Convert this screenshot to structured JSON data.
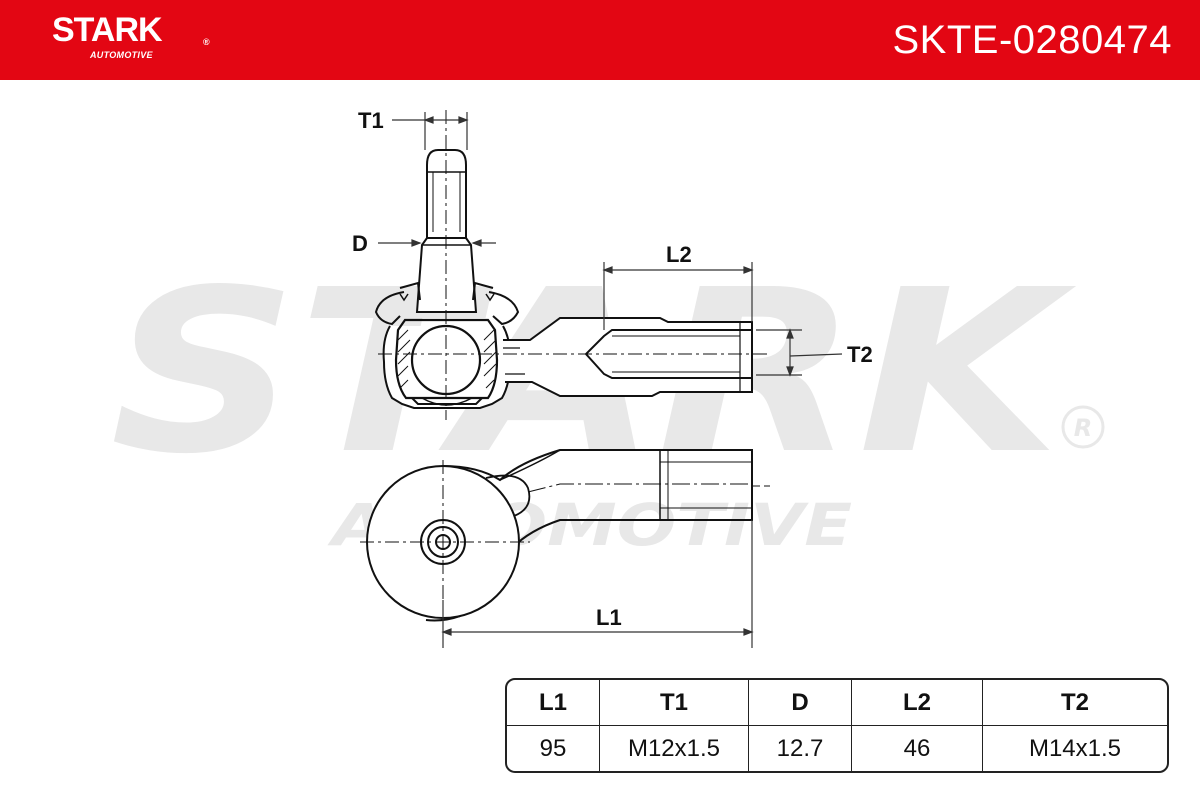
{
  "brand": {
    "name": "STARK",
    "registered": "®",
    "tagline": "AUTOMOTIVE"
  },
  "part_number": "SKTE-0280474",
  "watermark": {
    "word": "STARK",
    "tagline": "AUTOMOTIVE",
    "registered": "®"
  },
  "dimension_labels": {
    "t1": "T1",
    "d": "D",
    "l2": "L2",
    "t2": "T2",
    "l1": "L1"
  },
  "specs": {
    "headers": [
      "L1",
      "T1",
      "D",
      "L2",
      "T2"
    ],
    "values": [
      "95",
      "M12x1.5",
      "12.7",
      "46",
      "M14x1.5"
    ]
  },
  "colors": {
    "header_red": "#e30613",
    "line": "#111111",
    "watermark": "#e8e8e8"
  }
}
